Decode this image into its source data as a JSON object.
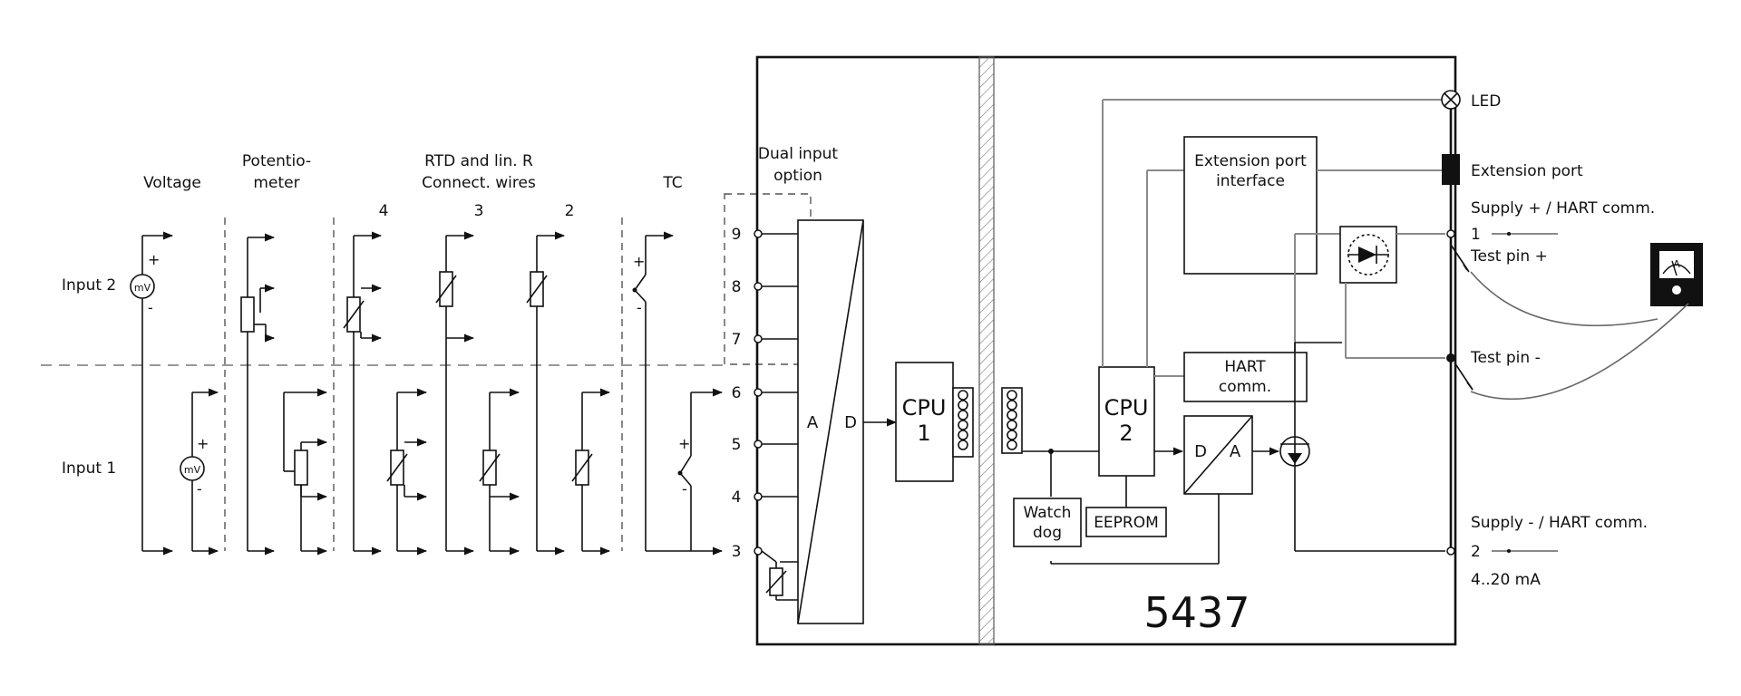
{
  "left": {
    "col_voltage": "Voltage",
    "col_pot_1": "Potentio-",
    "col_pot_2": "meter",
    "col_rtd_1": "RTD and lin. R",
    "col_rtd_2": "Connect. wires",
    "wires_4": "4",
    "wires_3": "3",
    "wires_2": "2",
    "col_tc": "TC",
    "dual_1": "Dual input",
    "dual_2": "option",
    "input2": "Input 2",
    "input1": "Input 1",
    "mv": "mV",
    "plus": "+",
    "minus": "-"
  },
  "terminals": [
    "9",
    "8",
    "7",
    "6",
    "5",
    "4",
    "3"
  ],
  "device": {
    "adc_a": "A",
    "adc_d": "D",
    "cpu1_1": "CPU",
    "cpu1_2": "1",
    "cpu2_1": "CPU",
    "cpu2_2": "2",
    "ext_1": "Extension port",
    "ext_2": "interface",
    "hart_1": "HART",
    "hart_2": "comm.",
    "da_d": "D",
    "da_a": "A",
    "watch_1": "Watch",
    "watch_2": "dog",
    "eeprom": "EEPROM",
    "model": "5437"
  },
  "right": {
    "led": "LED",
    "ext_port": "Extension port",
    "supply_plus": "Supply + / HART comm.",
    "pin_1": "1",
    "test_plus": "Test pin +",
    "test_minus": "Test pin -",
    "supply_minus": "Supply - / HART comm.",
    "pin_2": "2",
    "current": "4..20 mA",
    "meter_a": "A"
  }
}
